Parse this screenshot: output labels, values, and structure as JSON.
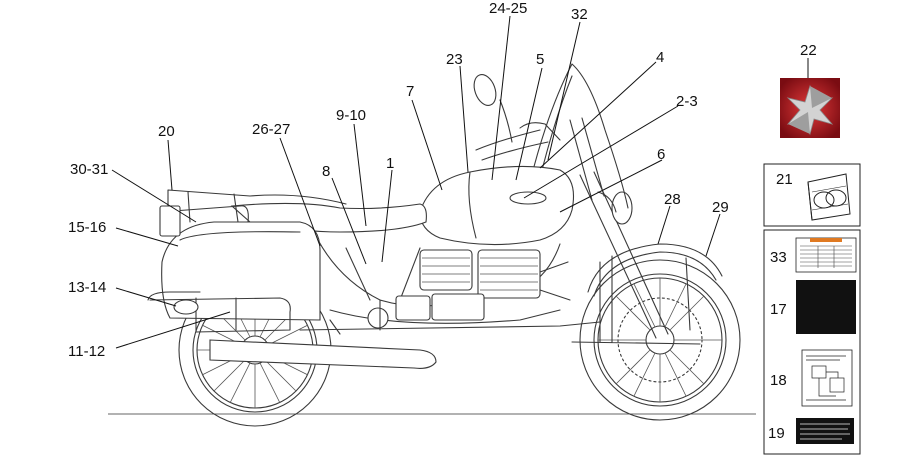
{
  "callouts": {
    "c_24_25": "24-25",
    "c_32": "32",
    "c_22": "22",
    "c_23": "23",
    "c_5": "5",
    "c_4": "4",
    "c_7": "7",
    "c_2_3": "2-3",
    "c_9_10": "9-10",
    "c_20": "20",
    "c_26_27": "26-27",
    "c_6": "6",
    "c_8": "8",
    "c_1": "1",
    "c_30_31": "30-31",
    "c_21": "21",
    "c_28": "28",
    "c_29": "29",
    "c_15_16": "15-16",
    "c_33": "33",
    "c_13_14": "13-14",
    "c_17": "17",
    "c_11_12": "11-12",
    "c_18": "18",
    "c_19": "19"
  },
  "colors": {
    "emblem_red": "#a8141e",
    "emblem_silver": "#c9c9c9",
    "line": "#3a3a3a"
  }
}
